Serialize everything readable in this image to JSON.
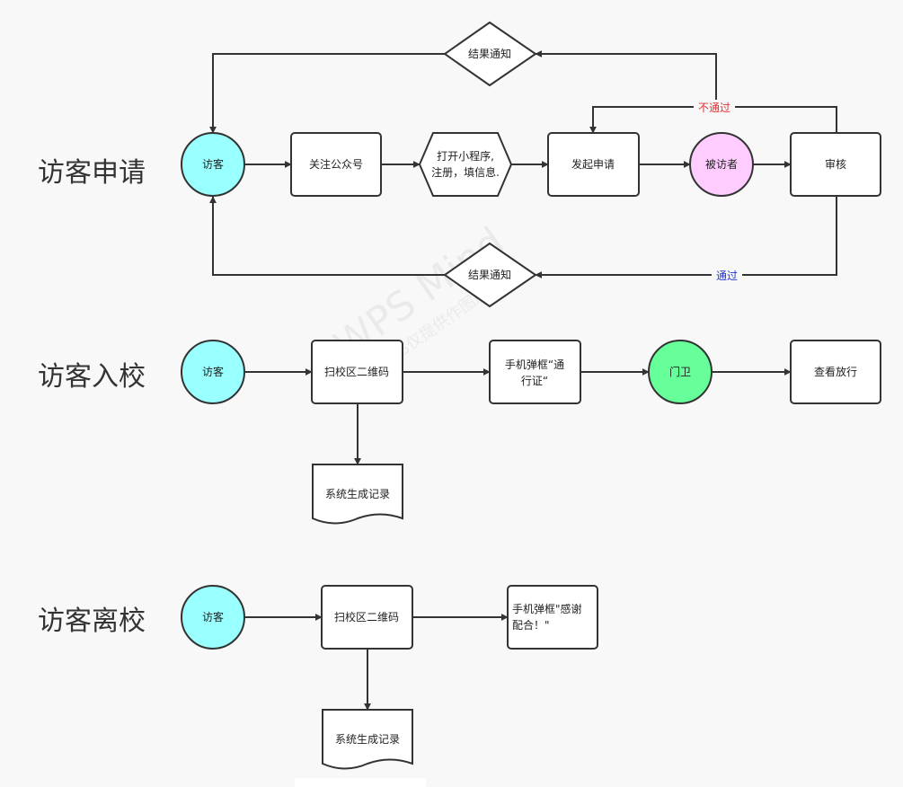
{
  "sections": {
    "apply": "访客申请",
    "enter": "访客入校",
    "leave": "访客离校"
  },
  "apply": {
    "visitor": "访客",
    "follow": "关注公众号",
    "miniapp_line1": "打开小程序,",
    "miniapp_line2": "注册，填信息.",
    "submit": "发起申请",
    "host": "被访者",
    "review": "审核",
    "notify_top": "结果通知",
    "notify_bottom": "结果通知",
    "fail_label": "不通过",
    "pass_label": "通过"
  },
  "enter": {
    "visitor": "访客",
    "scan": "扫校区二维码",
    "popup_line1": "手机弹框“通",
    "popup_line2": "行证“",
    "guard": "门卫",
    "release": "查看放行",
    "record": "系统生成记录"
  },
  "leave": {
    "visitor": "访客",
    "scan": "扫校区二维码",
    "popup_line1": "手机弹框\"感谢",
    "popup_line2": "配合！\"",
    "record": "系统生成记录"
  },
  "watermark": {
    "main": "WPS Mind",
    "sub": "WPS仅提供作图服务"
  },
  "colors": {
    "visitor_fill": "#99ffff",
    "host_fill": "#ffccff",
    "guard_fill": "#66ff99",
    "fail_label": "#e03030",
    "pass_label": "#2233cc",
    "stroke": "#333333"
  }
}
